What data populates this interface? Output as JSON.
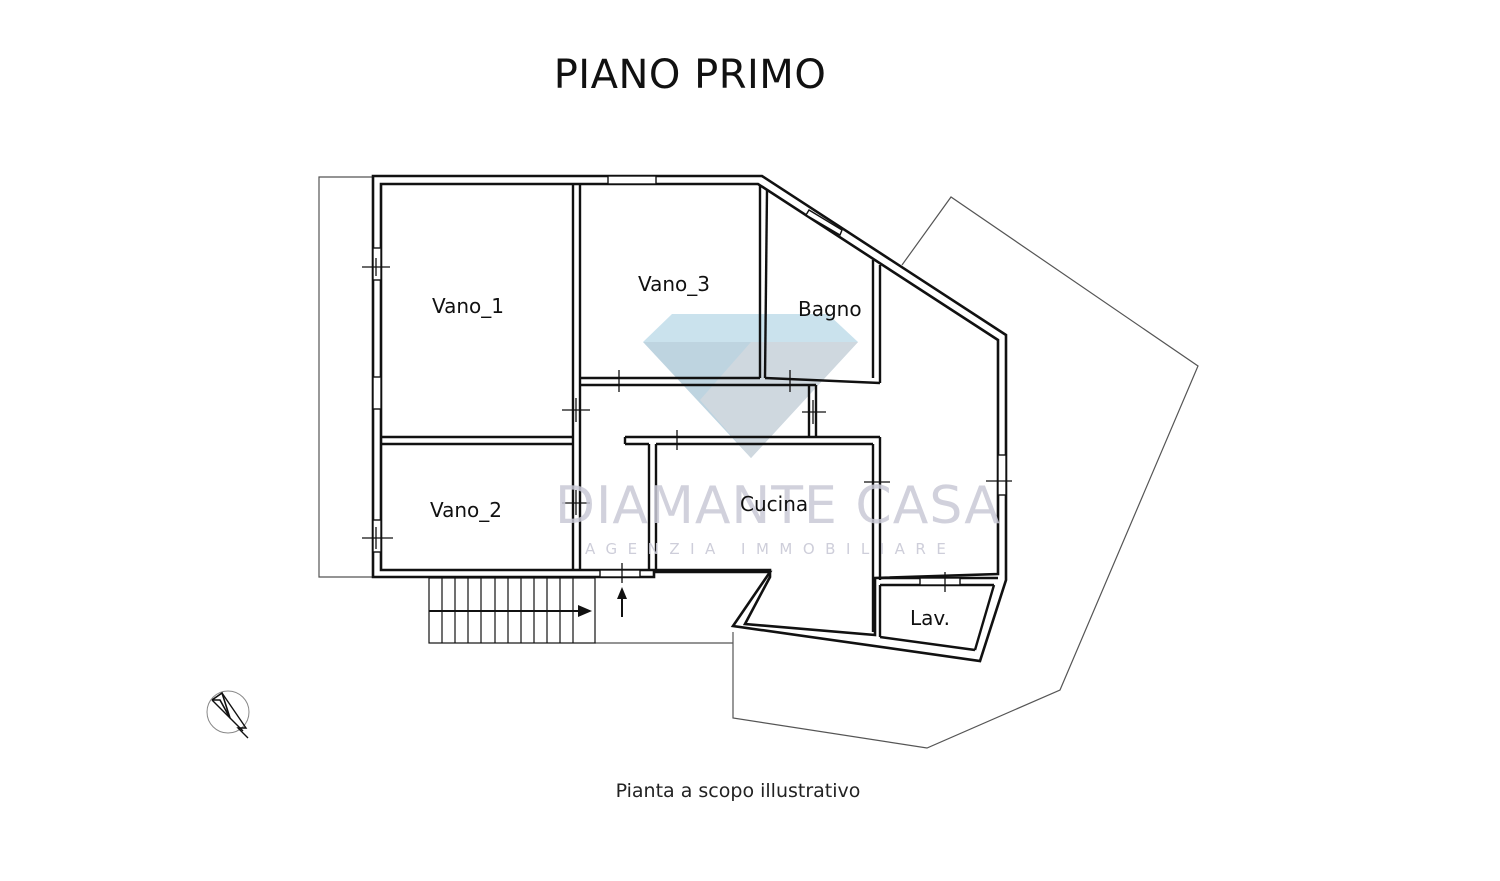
{
  "title": "PIANO PRIMO",
  "caption": "Pianta a scopo illustrativo",
  "rooms": [
    {
      "id": "vano1",
      "label": "Vano_1"
    },
    {
      "id": "vano2",
      "label": "Vano_2"
    },
    {
      "id": "vano3",
      "label": "Vano_3"
    },
    {
      "id": "bagno",
      "label": "Bagno"
    },
    {
      "id": "cucina",
      "label": "Cucina"
    },
    {
      "id": "lav",
      "label": "Lav."
    }
  ],
  "watermark": {
    "name": "DIAMANTE CASA",
    "tagline": "AGENZIA IMMOBILIARE",
    "diamond_colors": [
      "#b9d9e8",
      "#a9c6d6",
      "#c4cdd6"
    ]
  },
  "icons": {
    "compass": "north-arrow-icon",
    "entrance": "entrance-arrow-icon",
    "stairs": "stairs-arrow-icon"
  },
  "colors": {
    "wall": "#111111",
    "outline": "#555555",
    "background": "#ffffff"
  }
}
